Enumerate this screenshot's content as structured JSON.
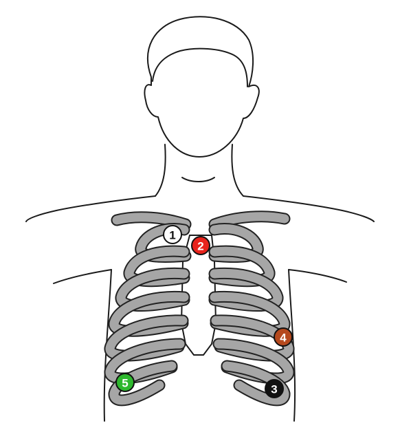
{
  "colors": {
    "rib_fill": "#a6a6a6",
    "outline": "#1a1a1a",
    "background": "#ffffff"
  },
  "electrodes": [
    {
      "label": "1",
      "fill": "#ffffff",
      "text_color": "#111111",
      "position": "right-upper-chest"
    },
    {
      "label": "2",
      "fill": "#e8231c",
      "text_color": "#ffffff",
      "position": "sternum"
    },
    {
      "label": "3",
      "fill": "#111111",
      "text_color": "#ffffff",
      "position": "left-lower-ribs"
    },
    {
      "label": "4",
      "fill": "#b5491d",
      "text_color": "#ffffff",
      "position": "left-lateral-ribs"
    },
    {
      "label": "5",
      "fill": "#2eb82e",
      "text_color": "#ffffff",
      "position": "right-lower-ribs"
    }
  ]
}
